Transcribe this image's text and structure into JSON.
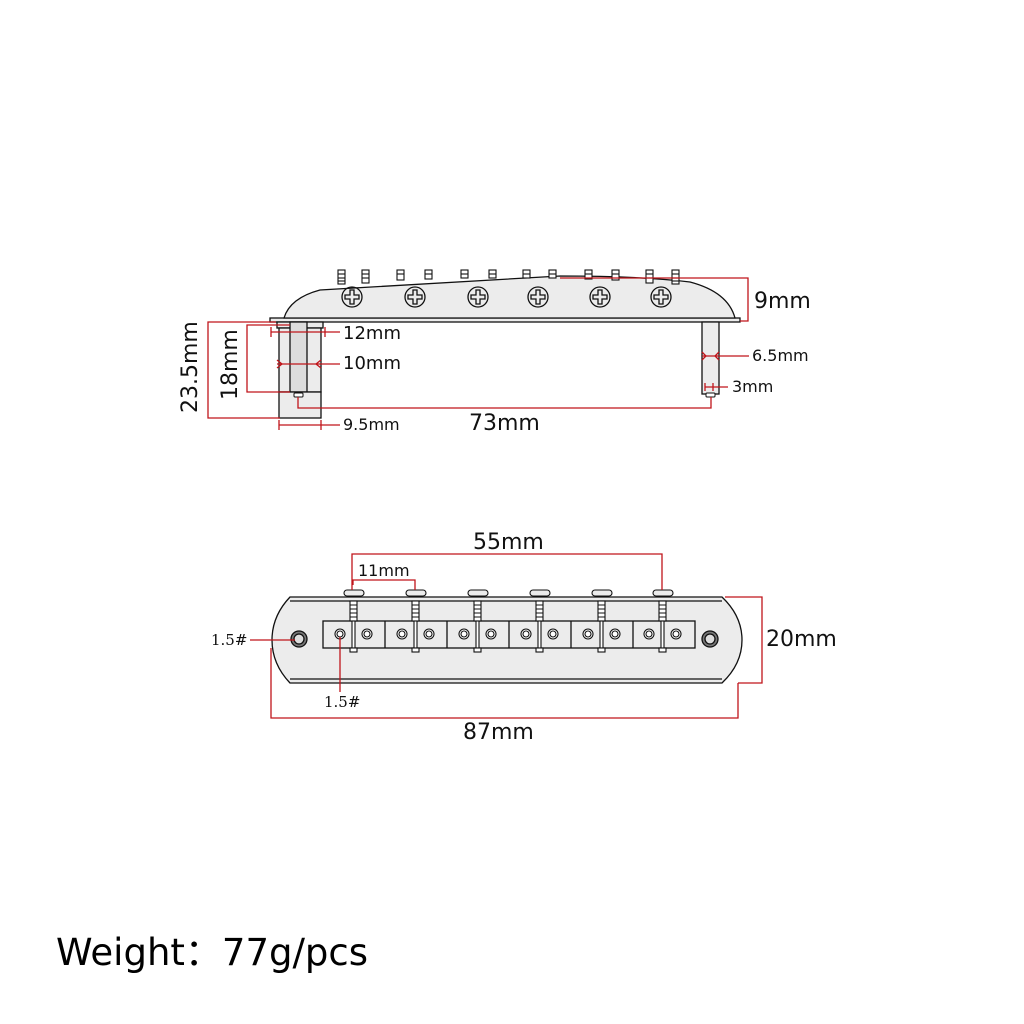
{
  "diagram": {
    "subject": "Guitar roller bridge dimension drawing",
    "side_view": {
      "dimensions": {
        "height_top": "9mm",
        "stud_top_width": "12mm",
        "stud_width": "10mm",
        "stud_height_total": "23.5mm",
        "stud_height_inner": "18mm",
        "stud_base_width": "9.5mm",
        "post_spacing": "73mm",
        "right_post_width": "6.5mm",
        "right_screw": "3mm"
      }
    },
    "top_view": {
      "dimensions": {
        "string_spread": "55mm",
        "saddle_spacing": "11mm",
        "width": "20mm",
        "length": "87mm",
        "end_hole_screw": "1.5#",
        "saddle_screw": "1.5#"
      },
      "saddle_count": 6
    },
    "colors": {
      "dimension_line": "#c0151b",
      "part_fill": "#ececec",
      "outline": "#111111"
    }
  },
  "footer": {
    "weight_label": "Weight：77g/pcs"
  }
}
